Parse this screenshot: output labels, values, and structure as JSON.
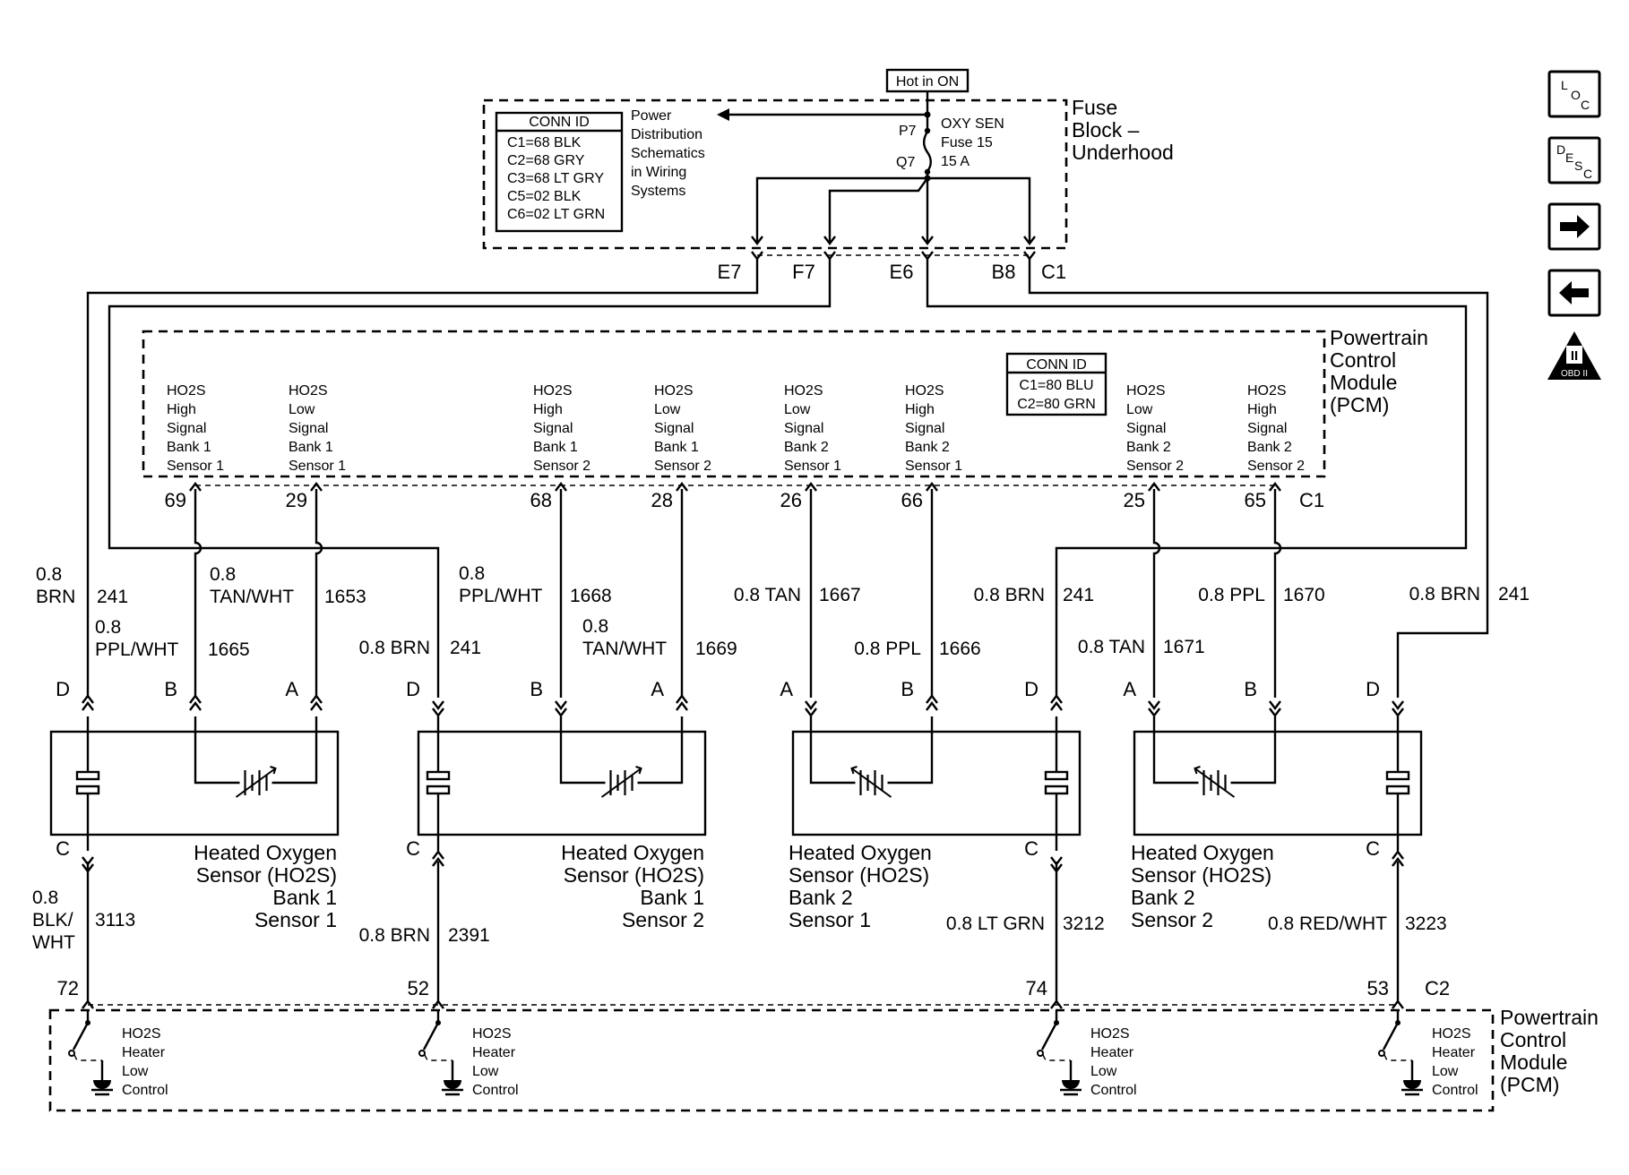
{
  "fuse_block": {
    "hot_label": "Hot in ON",
    "title_lines": [
      "Fuse",
      "Block –",
      "Underhood"
    ],
    "conn_title": "CONN ID",
    "conn_rows": [
      "C1=68 BLK",
      "C2=68 GRY",
      "C3=68 LT GRY",
      "C5=02 BLK",
      "C6=02 LT GRN"
    ],
    "power_dist_lines": [
      "Power",
      "Distribution",
      "Schematics",
      "in Wiring",
      "Systems"
    ],
    "pin_top": "P7",
    "pin_bottom": "Q7",
    "fuse_lines": [
      "OXY SEN",
      "Fuse 15",
      "15 A"
    ],
    "outputs": [
      "E7",
      "F7",
      "E6",
      "B8",
      "C1"
    ]
  },
  "pcm_top": {
    "title_lines": [
      "Powertrain",
      "Control",
      "Module",
      "(PCM)"
    ],
    "conn_title": "CONN ID",
    "conn_rows": [
      "C1=80 BLU",
      "C2=80 GRN"
    ],
    "signals": [
      {
        "lines": [
          "HO2S",
          "High",
          "Signal",
          "Bank 1",
          "Sensor 1"
        ],
        "pin": "69"
      },
      {
        "lines": [
          "HO2S",
          "Low",
          "Signal",
          "Bank 1",
          "Sensor 1"
        ],
        "pin": "29"
      },
      {
        "lines": [
          "HO2S",
          "High",
          "Signal",
          "Bank 1",
          "Sensor 2"
        ],
        "pin": "68"
      },
      {
        "lines": [
          "HO2S",
          "Low",
          "Signal",
          "Bank 1",
          "Sensor 2"
        ],
        "pin": "28"
      },
      {
        "lines": [
          "HO2S",
          "Low",
          "Signal",
          "Bank 2",
          "Sensor 1"
        ],
        "pin": "26"
      },
      {
        "lines": [
          "HO2S",
          "High",
          "Signal",
          "Bank 2",
          "Sensor 1"
        ],
        "pin": "66"
      },
      {
        "lines": [
          "HO2S",
          "Low",
          "Signal",
          "Bank 2",
          "Sensor 2"
        ],
        "pin": "25"
      },
      {
        "lines": [
          "HO2S",
          "High",
          "Signal",
          "Bank 2",
          "Sensor 2"
        ],
        "pin": "65"
      }
    ],
    "connector": "C1"
  },
  "wires": {
    "s1_d_gauge": "0.8",
    "s1_d_color": "BRN",
    "s1_d_circuit": "241",
    "s1_b_gauge": "0.8",
    "s1_b_color": "PPL/WHT",
    "s1_b_circuit": "1665",
    "s1_a_gauge": "0.8",
    "s1_a_color": "TAN/WHT",
    "s1_a_circuit": "1653",
    "s2_d_label": "0.8 BRN",
    "s2_d_circuit": "241",
    "s2_b_gauge": "0.8",
    "s2_b_color": "PPL/WHT",
    "s2_b_circuit": "1668",
    "s2_a_gauge": "0.8",
    "s2_a_color": "TAN/WHT",
    "s2_a_circuit": "1669",
    "s3_a_label": "0.8 TAN",
    "s3_a_circuit": "1667",
    "s3_b_label": "0.8 PPL",
    "s3_b_circuit": "1666",
    "s3_d_label": "0.8 BRN",
    "s3_d_circuit": "241",
    "s4_a_label": "0.8 TAN",
    "s4_a_circuit": "1671",
    "s4_b_label": "0.8 PPL",
    "s4_b_circuit": "1670",
    "s4_d_label": "0.8 BRN",
    "s4_d_circuit": "241",
    "s1_c_gauge": "0.8",
    "s1_c_color1": "BLK/",
    "s1_c_color2": "WHT",
    "s1_c_circuit": "3113",
    "s2_c_label": "0.8 BRN",
    "s2_c_circuit": "2391",
    "s3_c_label": "0.8 LT GRN",
    "s3_c_circuit": "3212",
    "s4_c_label": "0.8 RED/WHT",
    "s4_c_circuit": "3223"
  },
  "sensors": [
    {
      "title_lines": [
        "Heated Oxygen",
        "Sensor (HO2S)",
        "Bank 1",
        "Sensor 1"
      ],
      "pins": [
        "D",
        "B",
        "A",
        "C"
      ]
    },
    {
      "title_lines": [
        "Heated Oxygen",
        "Sensor (HO2S)",
        "Bank 1",
        "Sensor 2"
      ],
      "pins": [
        "D",
        "B",
        "A",
        "C"
      ]
    },
    {
      "title_lines": [
        "Heated Oxygen",
        "Sensor (HO2S)",
        "Bank 2",
        "Sensor 1"
      ],
      "pins": [
        "A",
        "B",
        "D",
        "C"
      ]
    },
    {
      "title_lines": [
        "Heated Oxygen",
        "Sensor (HO2S)",
        "Bank 2",
        "Sensor 2"
      ],
      "pins": [
        "A",
        "B",
        "D",
        "C"
      ]
    }
  ],
  "pcm_bottom": {
    "title_lines": [
      "Powertrain",
      "Control",
      "Module",
      "(PCM)"
    ],
    "pins": [
      "72",
      "52",
      "74",
      "53"
    ],
    "connector": "C2",
    "heater_lines": [
      "HO2S",
      "Heater",
      "Low",
      "Control"
    ]
  },
  "nav_icons": [
    {
      "name": "loc-icon",
      "label_a": "L",
      "label_b": "O",
      "label_c": "C"
    },
    {
      "name": "desc-icon",
      "label_a": "D",
      "label_b": "E",
      "label_c": "S",
      "label_d": "C"
    },
    {
      "name": "forward-arrow-icon"
    },
    {
      "name": "back-arrow-icon"
    },
    {
      "name": "obd-ii-icon",
      "label_a": "II",
      "label_b": "OBD II"
    }
  ]
}
